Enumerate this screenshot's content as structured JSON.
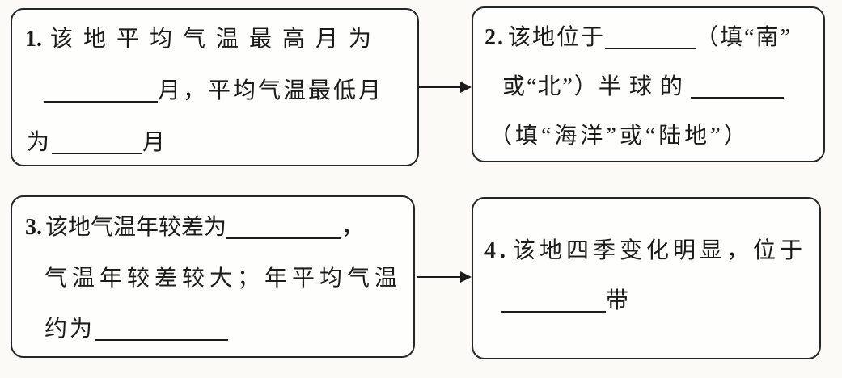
{
  "colors": {
    "ink": "#1b1b1b",
    "box_border": "#252525",
    "paper": "#fbfaf7"
  },
  "boxes": {
    "b1": {
      "number": "1.",
      "line1": "该地平均气温最高月为",
      "line2_after_blank": "月，平均气温最低月",
      "line3_before_blank": "为",
      "line3_after_blank": "月"
    },
    "b2": {
      "number": "2.",
      "line1_before_blank": "该地位于",
      "line1_after_blank": "（填“南”",
      "line2_start": "或“北”）",
      "line2_spread": "半球的",
      "line3": "（填“海洋”或“陆地”）"
    },
    "b3": {
      "number": "3.",
      "line1_before_blank": "该地气温年较差为",
      "line1_after_blank": "，",
      "line2": "气温年较差较大；年平均气温",
      "line3_before_blank": "约为"
    },
    "b4": {
      "number": "4.",
      "line1": "该地四季变化明显，位于",
      "line2_after_blank": "带"
    }
  },
  "connectors": [
    {
      "from": "box-1",
      "to": "box-2",
      "direction": "right"
    },
    {
      "from": "box-3",
      "to": "box-4",
      "direction": "right"
    }
  ]
}
